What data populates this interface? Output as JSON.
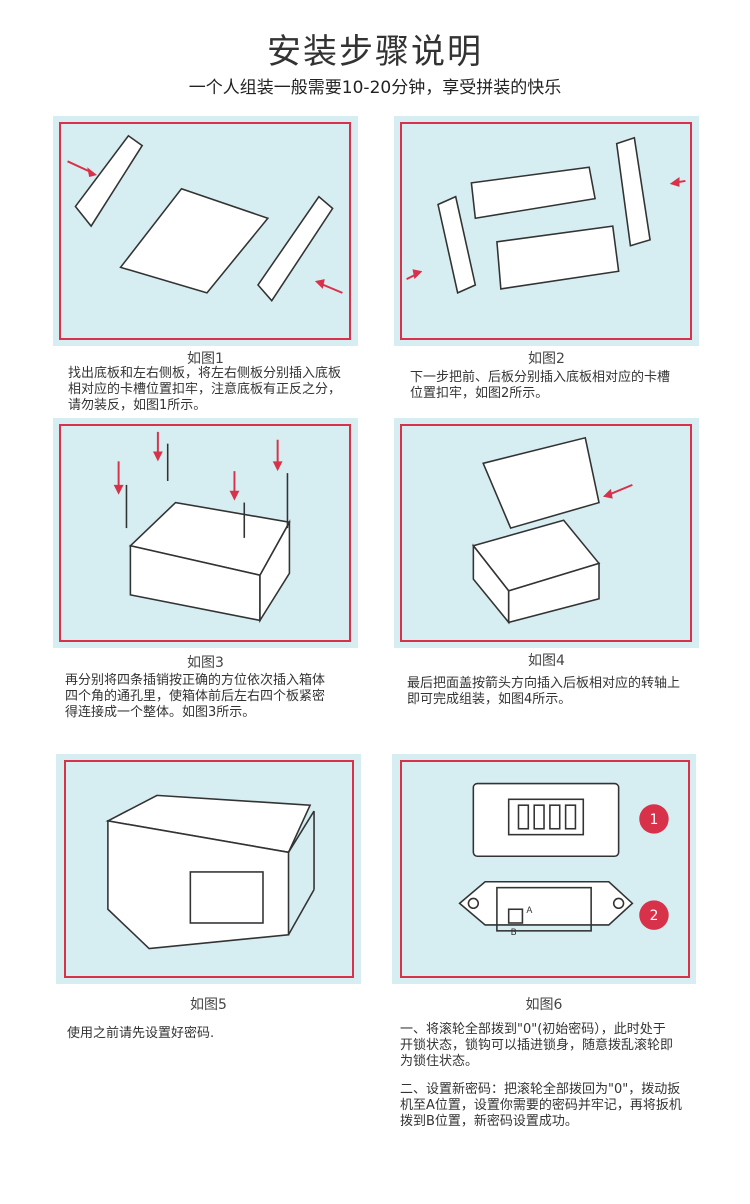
{
  "header": {
    "title": "安装步骤说明",
    "subtitle": "一个人组装一般需要10-20分钟，享受拼装的快乐"
  },
  "steps": [
    {
      "caption": "如图1",
      "lines": [
        "找出底板和左右侧板，将左右侧板分别插入底板",
        "相对应的卡槽位置扣牢，注意底板有正反之分，",
        "请勿装反，如图1所示。"
      ]
    },
    {
      "caption": "如图2",
      "lines": [
        "下一步把前、后板分别插入底板相对应的卡槽",
        "位置扣牢，如图2所示。"
      ]
    },
    {
      "caption": "如图3",
      "lines": [
        "再分别将四条插销按正确的方位依次插入箱体",
        "四个角的通孔里，使箱体前后左右四个板紧密",
        "得连接成一个整体。如图3所示。"
      ]
    },
    {
      "caption": "如图4",
      "lines": [
        "最后把面盖按箭头方向插入后板相对应的转轴上",
        "即可完成组装，如图4所示。"
      ]
    },
    {
      "caption": "如图5",
      "lines": [
        "使用之前请先设置好密码."
      ]
    },
    {
      "caption": "如图6",
      "lines": [
        "一、将滚轮全部拨到\"0\"(初始密码），此时处于",
        "开锁状态，锁钩可以插进锁身，随意拨乱滚轮即",
        "为锁住状态。"
      ],
      "lines2": [
        "二、设置新密码：把滚轮全部拨回为\"0\"，拨动扳",
        "机至A位置，设置你需要的密码并牢记，再将扳机",
        "拨到B位置，新密码设置成功。"
      ]
    }
  ],
  "lock": {
    "badge1": "1",
    "badge2": "2",
    "label_a": "A",
    "label_b": "B"
  },
  "colors": {
    "accent": "#d8314a",
    "panel_bg": "#d6eef2"
  }
}
